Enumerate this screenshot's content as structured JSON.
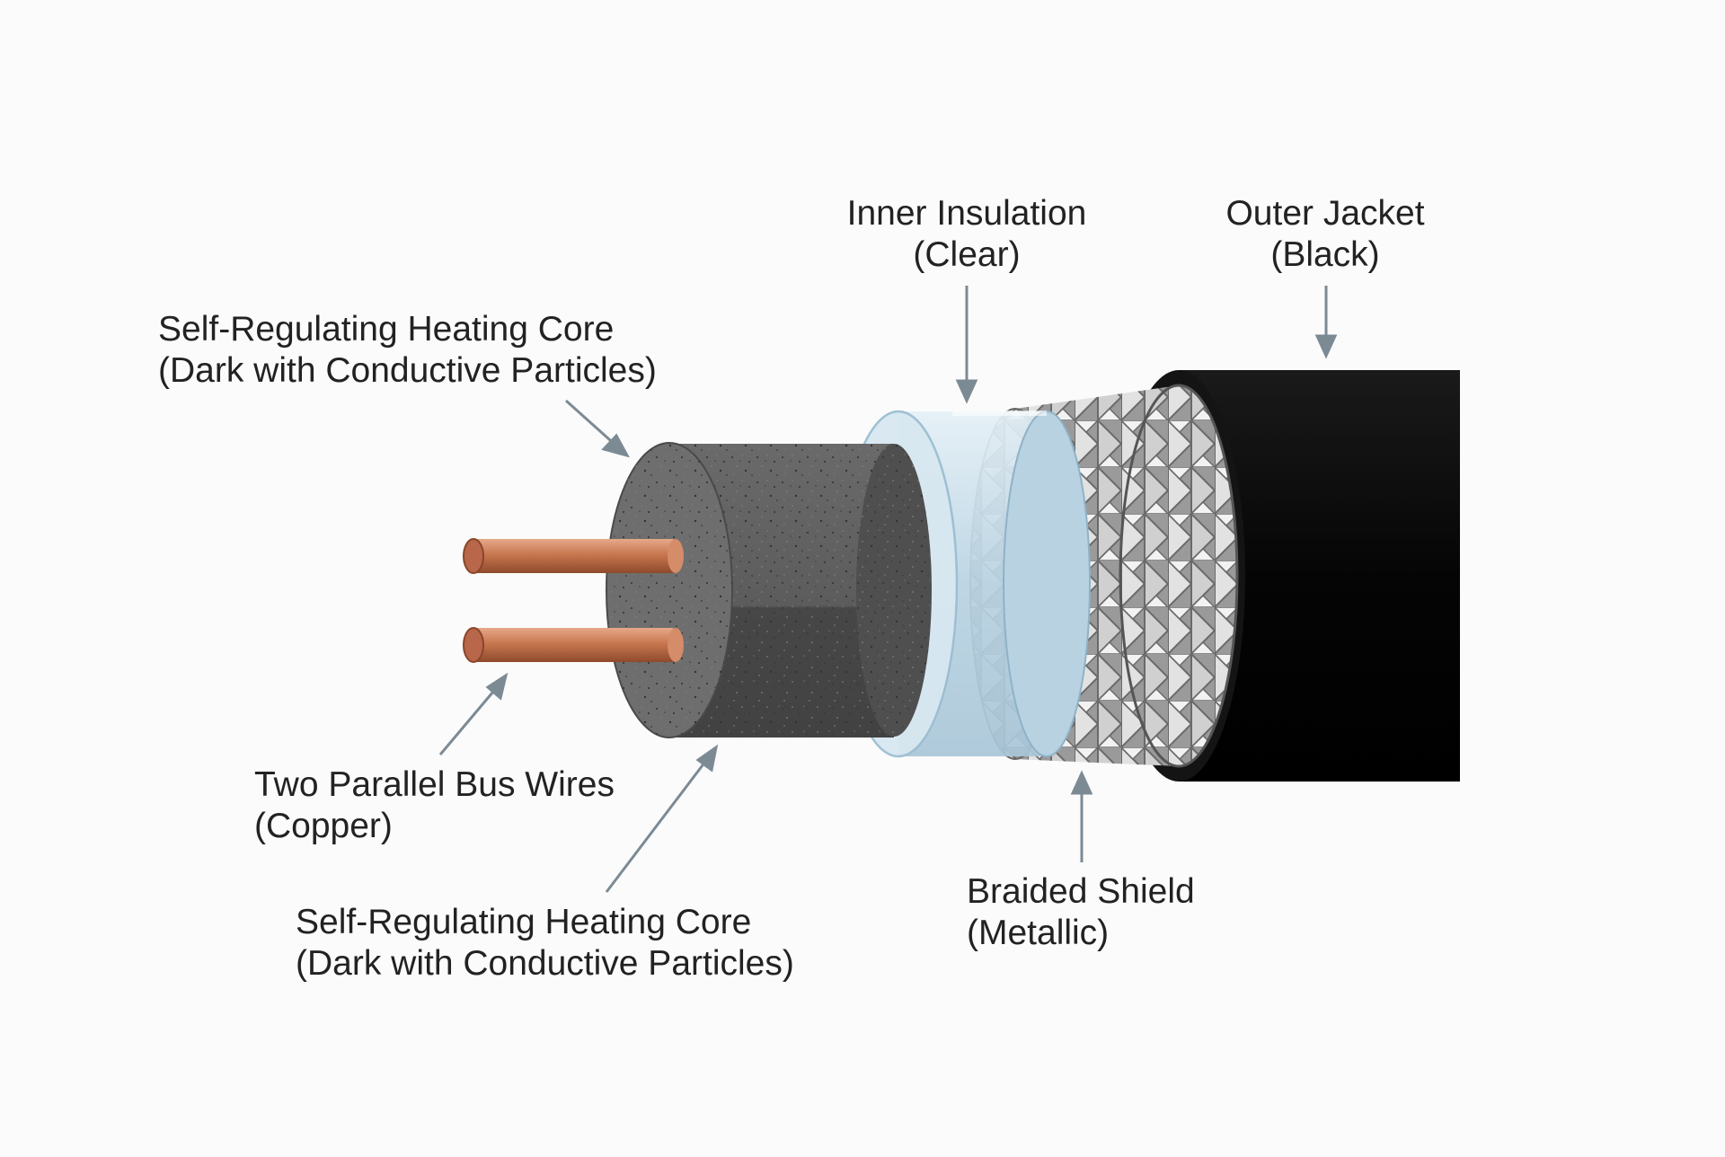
{
  "labels": {
    "core_top": {
      "line1": "Self-Regulating Heating Core",
      "line2": "(Dark with Conductive Particles)"
    },
    "insulation": {
      "line1": "Inner Insulation",
      "line2": "(Clear)"
    },
    "jacket": {
      "line1": "Outer Jacket",
      "line2": "(Black)"
    },
    "bus_wires": {
      "line1": "Two Parallel Bus Wires",
      "line2": "(Copper)"
    },
    "core_bottom": {
      "line1": "Self-Regulating Heating Core",
      "line2": "(Dark with Conductive Particles)"
    },
    "shield": {
      "line1": "Braided Shield",
      "line2": "(Metallic)"
    }
  },
  "colors": {
    "jacket": "#0b0b0b",
    "shield": "#c8c8c8",
    "insulation": "#bcd6e4",
    "core": "#555555",
    "copper": "#c97c58",
    "arrow": "#7c8a94"
  }
}
